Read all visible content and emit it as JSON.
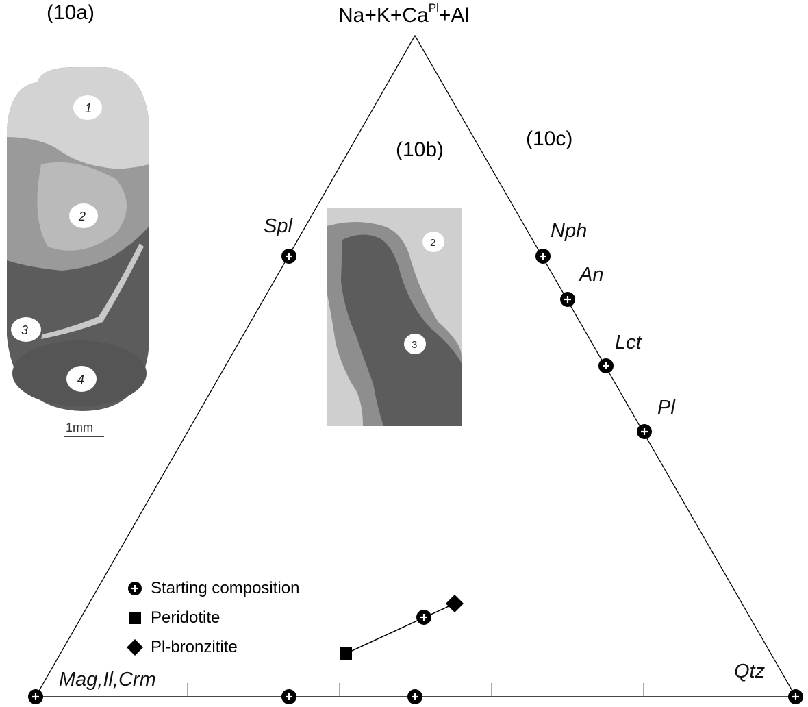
{
  "panels": {
    "a": "(10a)",
    "b": "(10b)",
    "c": "(10c)"
  },
  "apex": {
    "prefix": "Na+K+Ca",
    "sup": "Pl",
    "suffix": "+Al"
  },
  "minerals": {
    "spl": "Spl",
    "nph": "Nph",
    "an": "An",
    "lct": "Lct",
    "pl": "Pl",
    "mag": "Mag,Il,Crm",
    "qtz": "Qtz"
  },
  "scale_bar": "1mm",
  "legend": {
    "starting": "Starting composition",
    "peridotite": "Peridotite",
    "bronzitite": "Pl-bronzitite"
  },
  "spot_numbers": {
    "s1": "1",
    "s2": "2",
    "s3": "3",
    "s4": "4"
  },
  "colors": {
    "light_phase": "#d0d0d0",
    "mid_phase": "#8e8e8e",
    "dark_phase": "#5c5c5c",
    "ink": "#000000"
  }
}
